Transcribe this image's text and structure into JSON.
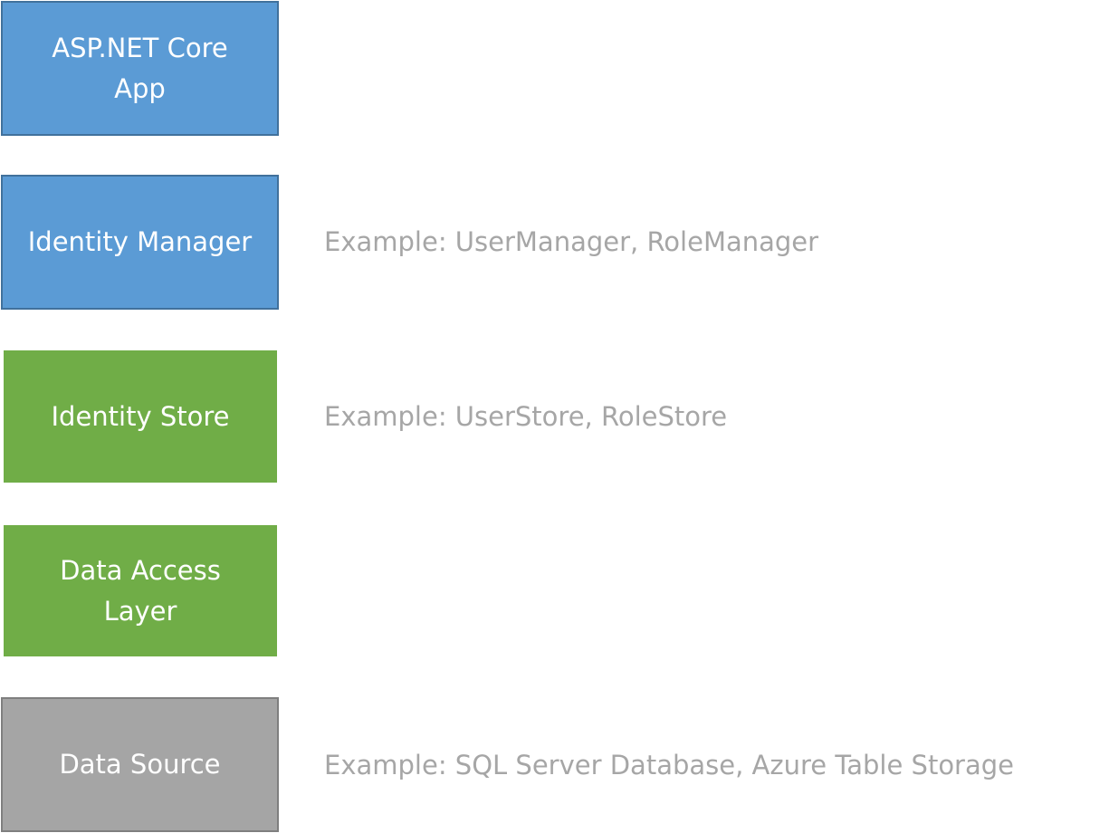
{
  "layers": [
    {
      "label": "ASP.NET Core\nApp",
      "example": ""
    },
    {
      "label": "Identity Manager",
      "example": "Example: UserManager, RoleManager"
    },
    {
      "label": "Identity Store",
      "example": "Example: UserStore, RoleStore"
    },
    {
      "label": "Data Access\nLayer",
      "example": ""
    },
    {
      "label": "Data Source",
      "example": "Example: SQL Server Database, Azure Table Storage"
    }
  ],
  "colors": {
    "blue": "#5b9bd5",
    "green": "#70ad47",
    "gray": "#a5a5a5",
    "example_text": "#a6a6a6"
  }
}
